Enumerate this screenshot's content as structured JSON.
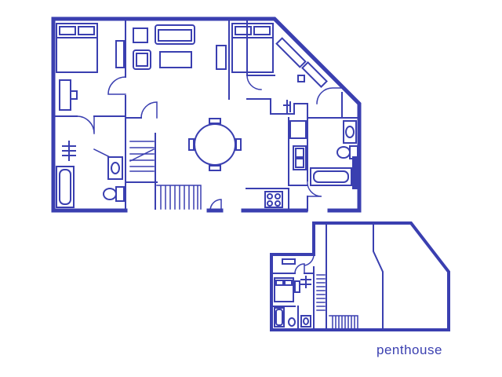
{
  "caption": "penthouse",
  "colors": {
    "line": "#3a3fb0",
    "fill": "#ffffff",
    "background": "#ffffff"
  },
  "floors": [
    {
      "id": "main-floor",
      "rooms": [
        "bedroom-left",
        "bathroom-left",
        "living-room",
        "dining-area",
        "kitchen",
        "bedroom-right",
        "bathroom-right",
        "stairs"
      ]
    },
    {
      "id": "penthouse-floor",
      "rooms": [
        "loft",
        "bedroom",
        "bathroom",
        "stairs"
      ]
    }
  ]
}
